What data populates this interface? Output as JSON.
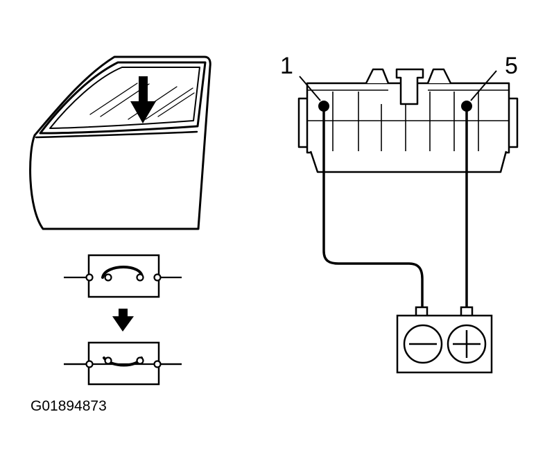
{
  "diagram": {
    "figure_code": "G01894873",
    "pins": [
      {
        "label": "1"
      },
      {
        "label": "5"
      }
    ],
    "battery": {
      "negative_symbol": "minus-icon",
      "positive_symbol": "plus-icon"
    },
    "colors": {
      "ink": "#000000",
      "paper": "#ffffff"
    }
  }
}
